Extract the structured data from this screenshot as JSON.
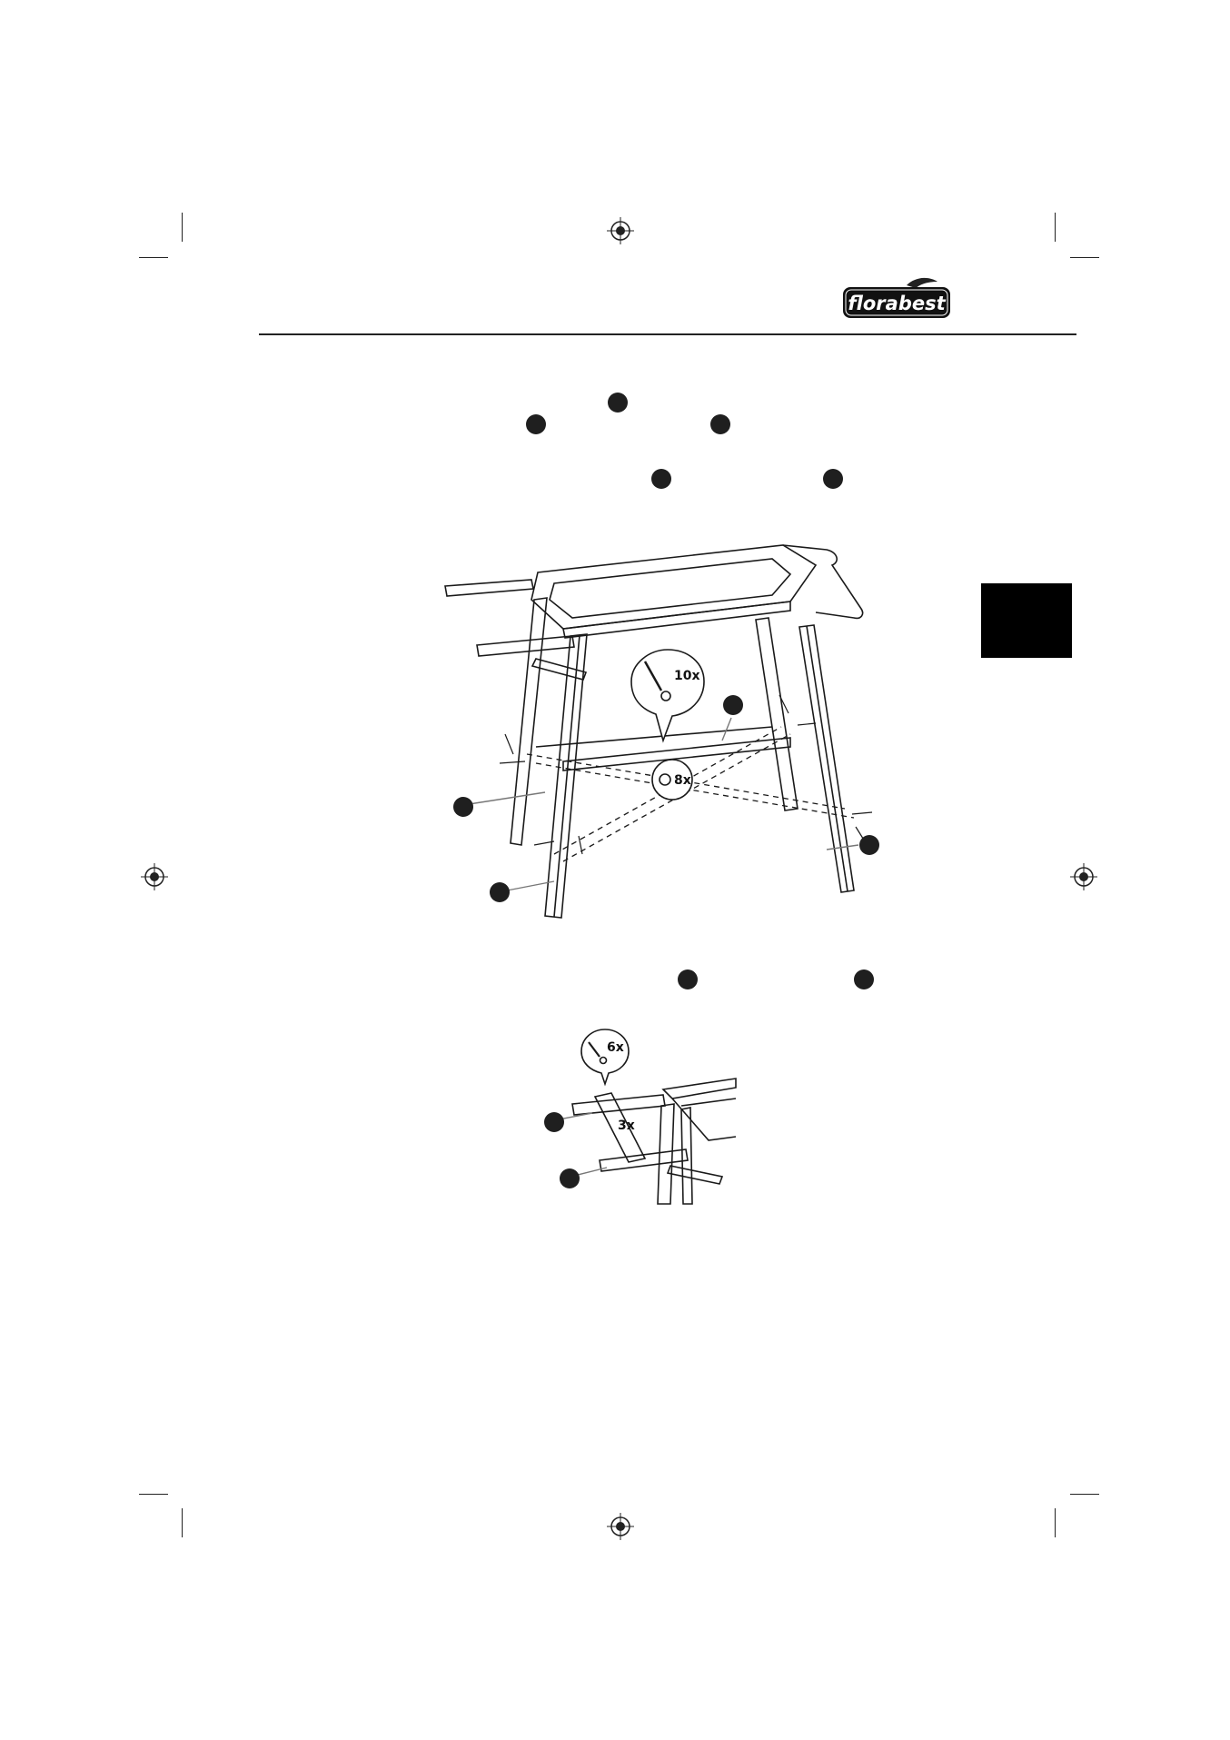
{
  "header": {
    "brand_logo": "florabest"
  },
  "figure_main": {
    "callout_screws": "10x",
    "callout_nuts": "8x"
  },
  "figure_detail": {
    "callout_screws": "6x",
    "callout_count": "3x"
  },
  "colors": {
    "ink": "#1a1a1a",
    "tab": "#000000",
    "line": "#555555"
  }
}
